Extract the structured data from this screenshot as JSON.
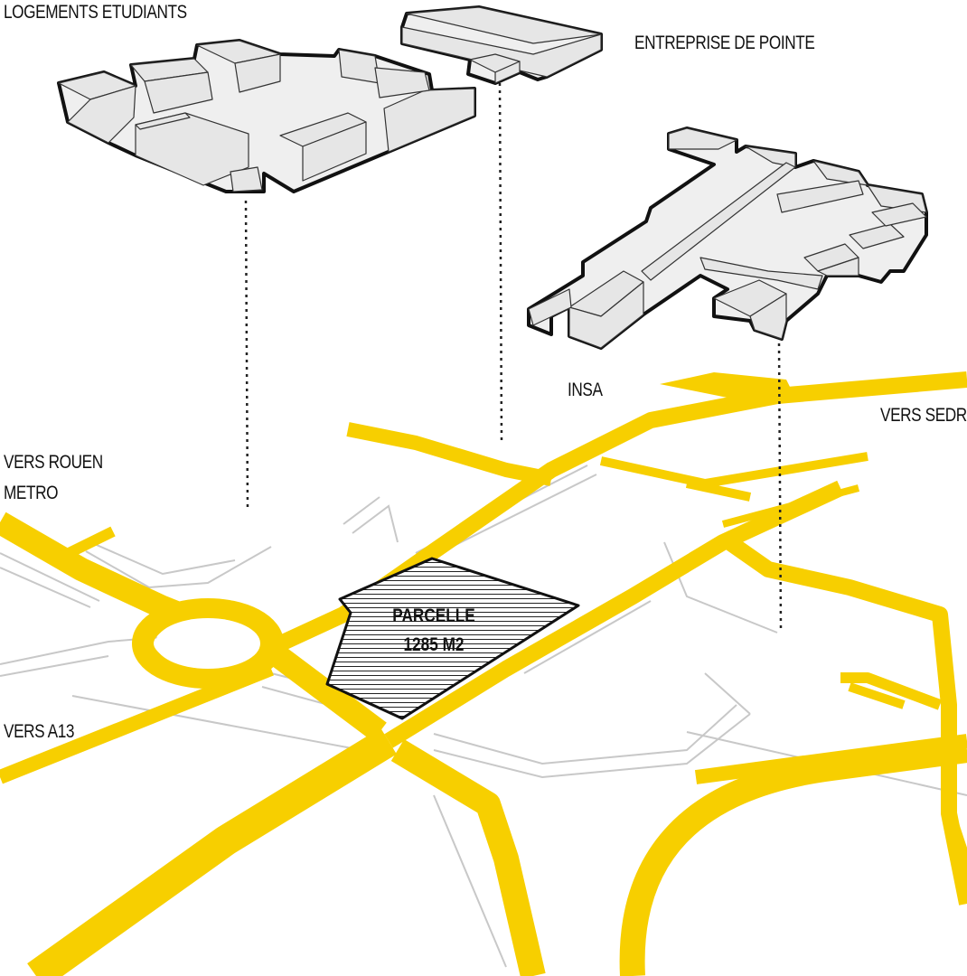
{
  "labels": {
    "logements": "LOGEMENTS ETUDIANTS",
    "entreprise": "ENTREPRISE DE POINTE",
    "insa": "INSA",
    "vers_sedr": "VERS SEDR",
    "vers_rouen": "VERS ROUEN",
    "metro": "METRO",
    "vers_a13": "VERS A13"
  },
  "parcel": {
    "title": "PARCELLE",
    "area": "1285 M2"
  },
  "colors": {
    "road": "#f7cf00",
    "building_fill": "#efefef",
    "building_stroke": "#111111",
    "thin_road": "#c8c8c8",
    "text": "#111111"
  }
}
